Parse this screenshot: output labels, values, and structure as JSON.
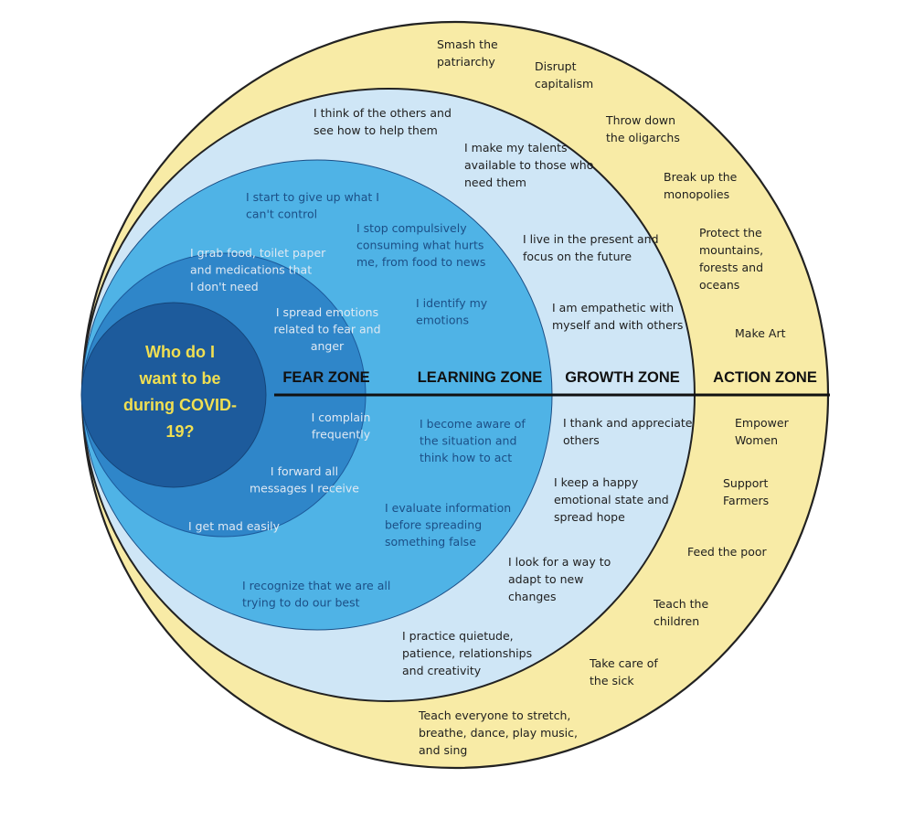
{
  "colors": {
    "action_zone": "#f8eba6",
    "growth_zone": "#cfe6f6",
    "learning_zone": "#4fb3e6",
    "fear_zone": "#2f86c9",
    "center": "#1d5b9c",
    "center_text": "#f0df52",
    "outline": "#222222"
  },
  "center": {
    "lines": [
      "Who do I",
      "want to be",
      "during COVID-",
      "19?"
    ]
  },
  "zones": {
    "fear": "FEAR ZONE",
    "learning": "LEARNING ZONE",
    "growth": "GROWTH ZONE",
    "action": "ACTION ZONE"
  },
  "fear_items": [
    [
      "I grab food, toilet paper",
      "and medications that",
      "I don't need"
    ],
    [
      "I spread emotions",
      "related to fear and",
      "anger"
    ],
    [
      "I complain",
      "frequently"
    ],
    [
      "I forward all",
      "messages I receive"
    ],
    [
      "I get mad easily"
    ]
  ],
  "learning_items": [
    [
      "I start to give up what I",
      "can't control"
    ],
    [
      "I stop compulsively",
      "consuming what hurts",
      "me, from food to news"
    ],
    [
      "I identify my",
      "emotions"
    ],
    [
      "I become aware of",
      "the situation and",
      "think how to act"
    ],
    [
      "I evaluate information",
      "before spreading",
      "something false"
    ],
    [
      "I recognize that we are all",
      "trying to do our best"
    ]
  ],
  "growth_items": [
    [
      "I think of the others and",
      "see how to help them"
    ],
    [
      "I make my talents",
      "available to those who",
      "need them"
    ],
    [
      "I live in the present and",
      "focus on the future"
    ],
    [
      "I am empathetic with",
      "myself and with others"
    ],
    [
      "I thank and appreciate",
      "others"
    ],
    [
      "I keep a happy",
      "emotional state and",
      "spread hope"
    ],
    [
      "I look for a way to",
      "adapt to new",
      "changes"
    ],
    [
      "I practice quietude,",
      "patience, relationships",
      "and creativity"
    ]
  ],
  "action_items": [
    [
      "Smash the",
      "patriarchy"
    ],
    [
      "Disrupt",
      "capitalism"
    ],
    [
      "Throw down",
      "the oligarchs"
    ],
    [
      "Break up the",
      "monopolies"
    ],
    [
      "Protect the",
      "mountains,",
      "forests and",
      "oceans"
    ],
    [
      "Make Art"
    ],
    [
      "Empower",
      "Women"
    ],
    [
      "Support",
      "Farmers"
    ],
    [
      "Feed the poor"
    ],
    [
      "Teach the",
      "children"
    ],
    [
      "Take care of",
      "the sick"
    ],
    [
      "Teach everyone to stretch,",
      "breathe, dance, play music,",
      "and sing"
    ]
  ]
}
